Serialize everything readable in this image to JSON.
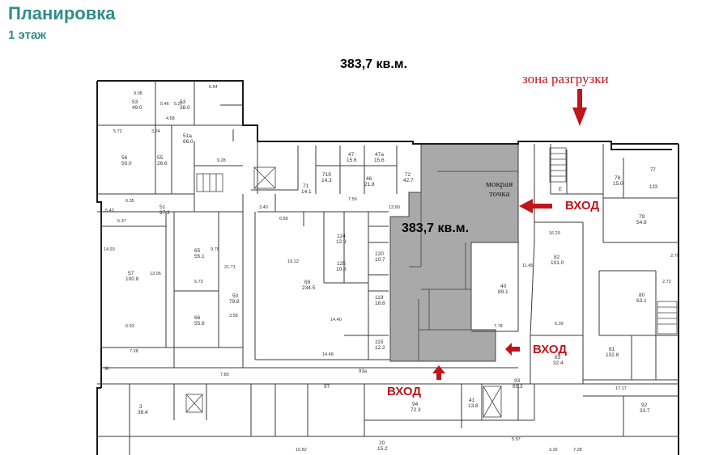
{
  "header": {
    "title": "Планировка",
    "floor": "1 этаж"
  },
  "area_top": "383,7 кв.м.",
  "highlight": {
    "area": "383,7 кв.м.",
    "wet_point_line1": "мокрая",
    "wet_point_line2": "точка"
  },
  "unload_zone": "зона разгрузки",
  "entrances": {
    "right": "ВХОД",
    "left": "ВХОД",
    "lower_right": "ВХОД"
  },
  "rooms": [
    {
      "num": "53",
      "area": "49.0"
    },
    {
      "num": "53",
      "area": "38.0"
    },
    {
      "num": "56",
      "area": "50.0"
    },
    {
      "num": "55",
      "area": "26.6"
    },
    {
      "num": "51а",
      "area": "66.0"
    },
    {
      "num": "51",
      "area": "97.3"
    },
    {
      "num": "57",
      "area": "100.8"
    },
    {
      "num": "65",
      "area": "55.1"
    },
    {
      "num": "66",
      "area": "55.8"
    },
    {
      "num": "50",
      "area": "79.8"
    },
    {
      "num": "69",
      "area": "234.5"
    },
    {
      "num": "71",
      "area": "14.1"
    },
    {
      "num": "71б",
      "area": "14.3"
    },
    {
      "num": "47",
      "area": "15.6"
    },
    {
      "num": "47а",
      "area": "15.6"
    },
    {
      "num": "46",
      "area": "21.8"
    },
    {
      "num": "72",
      "area": "42.7"
    },
    {
      "num": "124",
      "area": "12.9"
    },
    {
      "num": "125",
      "area": "10.8"
    },
    {
      "num": "120",
      "area": "10.7"
    },
    {
      "num": "119",
      "area": "18.8"
    },
    {
      "num": "115",
      "area": "12.2"
    },
    {
      "num": "40",
      "area": "89.1"
    },
    {
      "num": "82",
      "area": "101.0"
    },
    {
      "num": "79",
      "area": "54.8"
    },
    {
      "num": "78",
      "area": "15.0"
    },
    {
      "num": "80",
      "area": "63.1"
    },
    {
      "num": "81",
      "area": "132.8"
    },
    {
      "num": "83",
      "area": "32.4"
    },
    {
      "num": "94",
      "area": "72.3"
    },
    {
      "num": "93",
      "area": "60.3"
    },
    {
      "num": "92",
      "area": "33.7"
    },
    {
      "num": "97",
      "area": ""
    },
    {
      "num": "20",
      "area": "15.2"
    },
    {
      "num": "3",
      "area": "38.4"
    },
    {
      "num": "41",
      "area": "13.8"
    }
  ],
  "labels": {
    "dims": [
      "6.54",
      "9.08",
      "5.46",
      "5.27",
      "4.58",
      "3.24",
      "5.72",
      "9.28",
      "6.35",
      "5.43",
      "5.37",
      "14.93",
      "13.06",
      "6.93",
      "21.71",
      "9.76",
      "5.73",
      "3.58",
      "7.28",
      "7.80",
      "3.40",
      "6.89",
      "7.59",
      "13.90",
      "19.12",
      "14.40",
      "14.48",
      "7.78",
      "6.39",
      "11.45",
      "16.29",
      "2.70",
      "2.72",
      "17.17",
      "10.82",
      "5.57",
      "3.26",
      "7.28"
    ],
    "misc": [
      "93а",
      "133",
      "77",
      "Е",
      "Ж"
    ]
  }
}
